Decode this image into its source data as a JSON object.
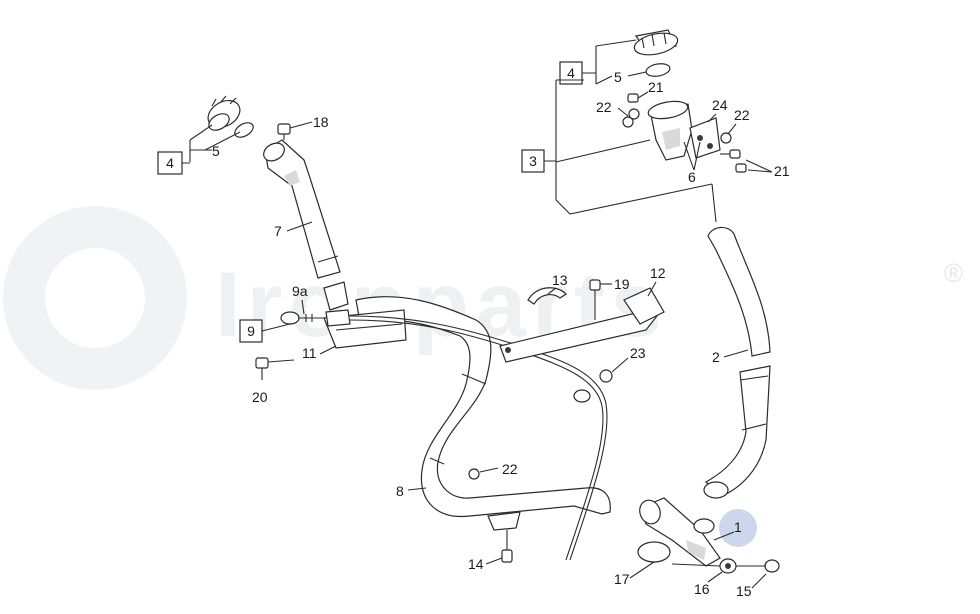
{
  "watermark": {
    "text": "Ironparts",
    "registered": "®"
  },
  "highlight_color": "#c7d3ea",
  "callouts": {
    "c1": "1",
    "c2": "2",
    "c5a": "5",
    "c5b": "5",
    "c6": "6",
    "c7": "7",
    "c8": "8",
    "c9a": "9a",
    "c11": "11",
    "c12": "12",
    "c13": "13",
    "c14": "14",
    "c15": "15",
    "c16": "16",
    "c17": "17",
    "c18": "18",
    "c19": "19",
    "c20": "20",
    "c21a": "21",
    "c21b": "21",
    "c22a": "22",
    "c22b": "22",
    "c22c": "22",
    "c23": "23",
    "c24": "24"
  },
  "boxes": {
    "b3": "3",
    "b4a": "4",
    "b4b": "4",
    "b9": "9"
  }
}
